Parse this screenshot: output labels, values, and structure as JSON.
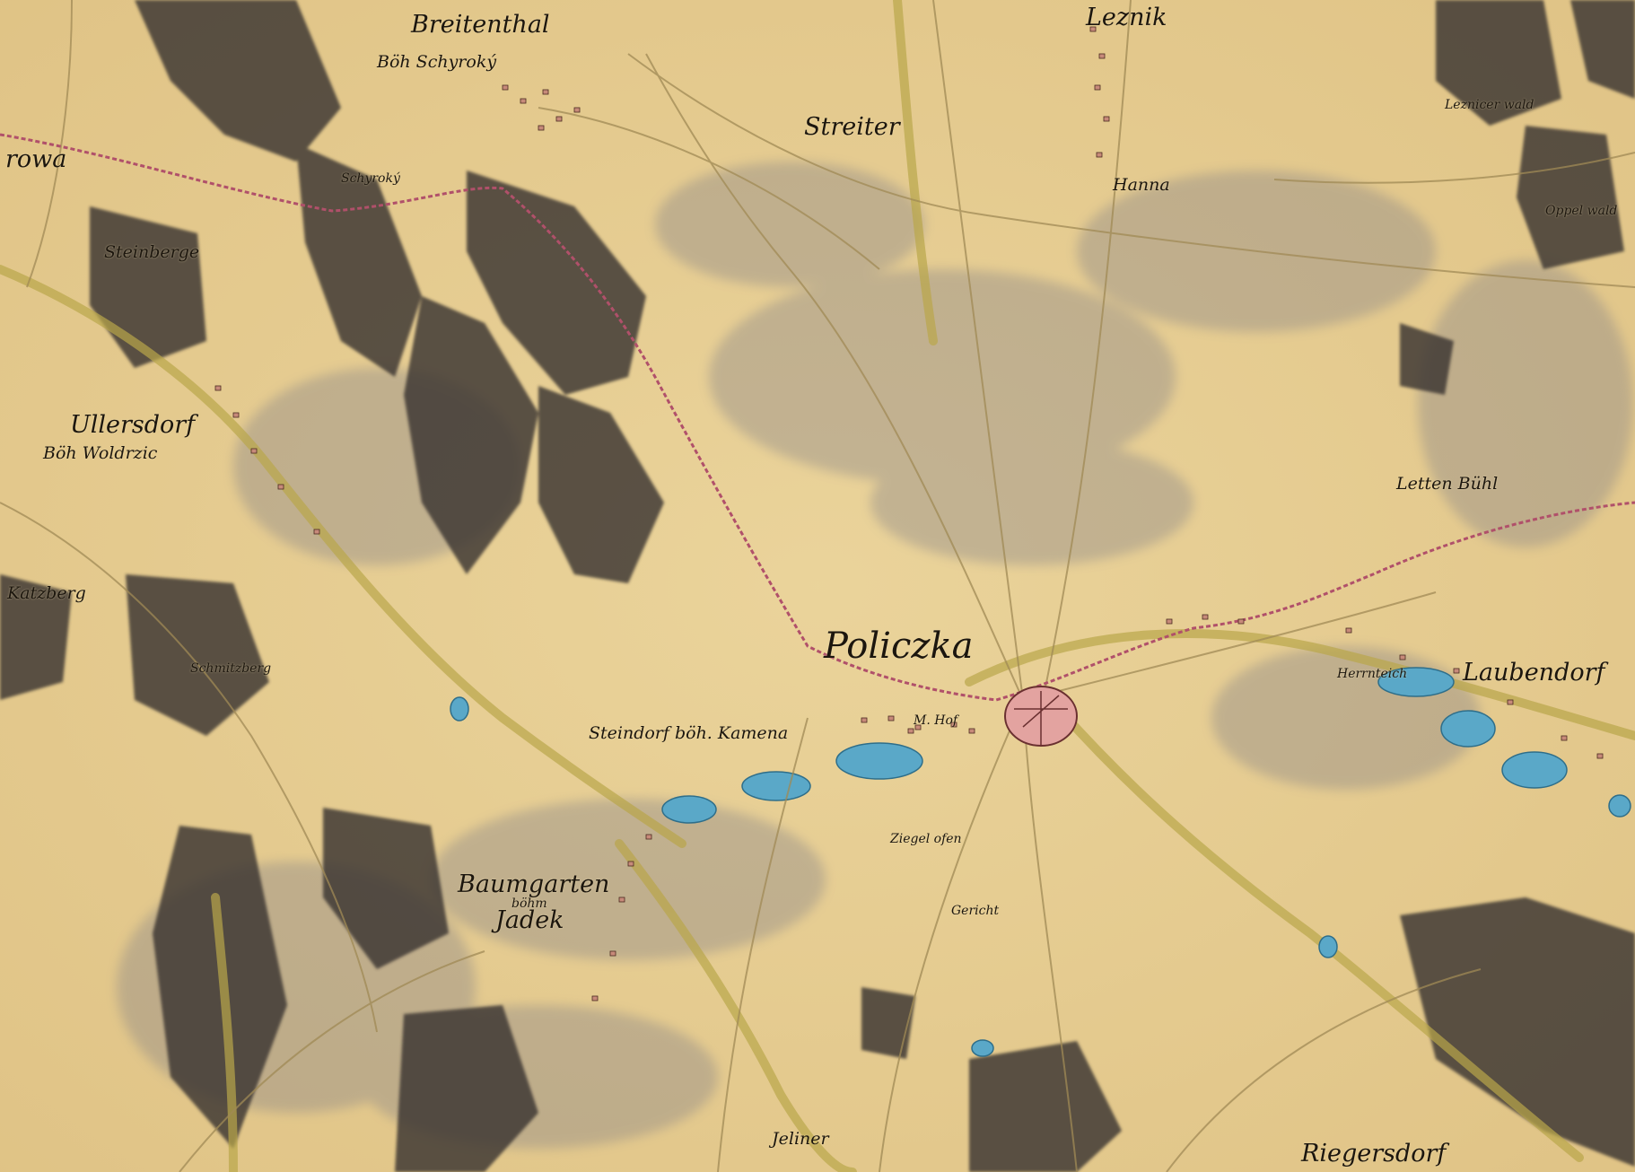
{
  "map": {
    "colors": {
      "paper": "#e8cf94",
      "forest": "#3a3530",
      "water": "#5aa8c8",
      "road": "#a08a55",
      "stream": "#b9a64a",
      "border": "#b0506a",
      "town": "#e3a3a0"
    },
    "labels": {
      "breitenthal": "Breitenthal",
      "schyroky": "Böh Schyroký",
      "lesnik": "Leznik",
      "rowa": "rowa",
      "streiter": "Streiter",
      "hanna": "Hanna",
      "lesnice_wald": "Leznicer wald",
      "oppel_wald": "Oppel wald",
      "schyroky_small": "Schyroký",
      "steinberge": "Steinberge",
      "ullersdorf": "Ullersdorf",
      "woldrzic": "Böh Woldrzic",
      "lettenbuhl": "Letten Bühl",
      "katzberg": "Katzberg",
      "schmitzberg": "Schmitzberg",
      "policzka": "Policzka",
      "laubendorf": "Laubendorf",
      "herrnteich": "Herrnteich",
      "mhof": "M. Hof",
      "steindorf": "Steindorf böh. Kamena",
      "ziegelofen": "Ziegel ofen",
      "gericht": "Gericht",
      "baumgarten": "Baumgarten",
      "boehm": "böhm",
      "jadek": "Jadek",
      "jeliner": "Jeliner",
      "riegersdorf": "Riegersdorf"
    }
  }
}
